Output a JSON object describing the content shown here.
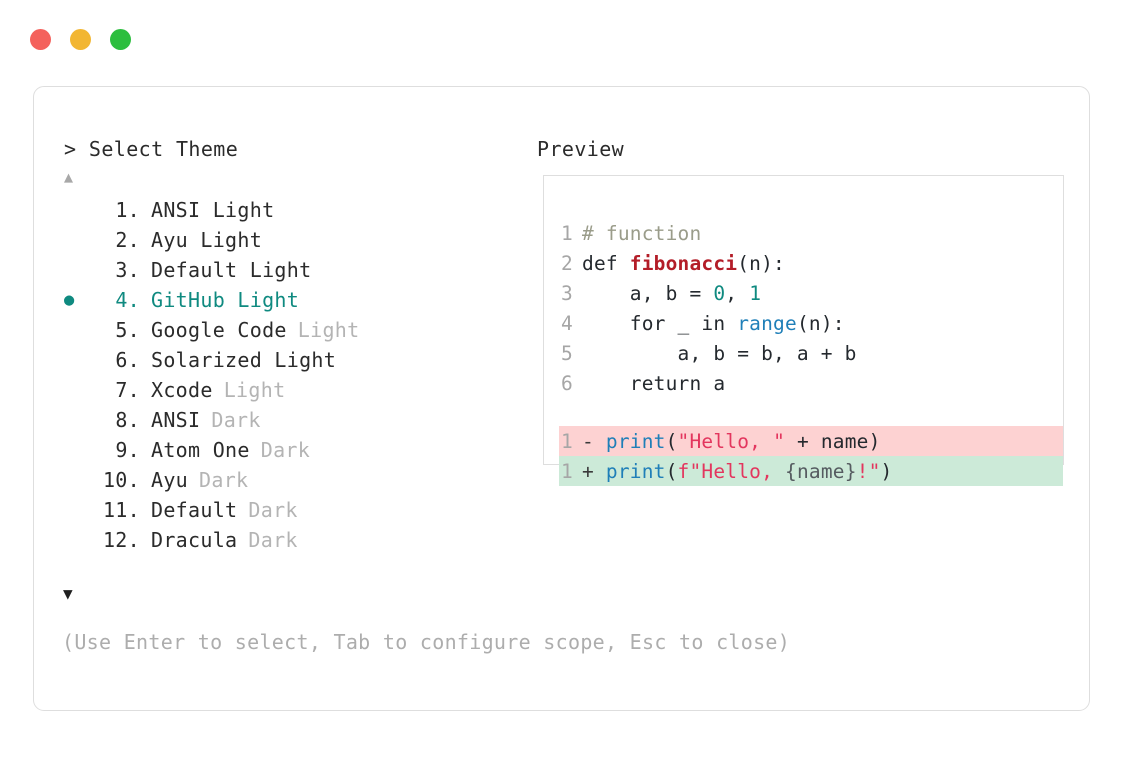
{
  "window": {
    "dots": [
      {
        "name": "close",
        "color": "#f4615c"
      },
      {
        "name": "minimize",
        "color": "#f2b632"
      },
      {
        "name": "maximize",
        "color": "#2cbe3e"
      }
    ]
  },
  "headers": {
    "select_theme": "> Select Theme",
    "preview": "Preview"
  },
  "scroll": {
    "up_arrow": "▲",
    "down_arrow": "▼",
    "up_arrow_color": "#a8a8a8",
    "down_arrow_color": "#1f1f1f"
  },
  "theme_list": {
    "selected_index": 4,
    "bullet_glyph": "●",
    "accent_color": "#0f8a80",
    "items": [
      {
        "index": "1.",
        "name": "ANSI Light",
        "suffix": "",
        "selected": false
      },
      {
        "index": "2.",
        "name": "Ayu Light",
        "suffix": "",
        "selected": false
      },
      {
        "index": "3.",
        "name": "Default Light",
        "suffix": "",
        "selected": false
      },
      {
        "index": "4.",
        "name": "GitHub Light",
        "suffix": "",
        "selected": true
      },
      {
        "index": "5.",
        "name": "Google Code",
        "suffix": "Light",
        "selected": false
      },
      {
        "index": "6.",
        "name": "Solarized Light",
        "suffix": "",
        "selected": false
      },
      {
        "index": "7.",
        "name": "Xcode",
        "suffix": "Light",
        "selected": false
      },
      {
        "index": "8.",
        "name": "ANSI",
        "suffix": "Dark",
        "selected": false
      },
      {
        "index": "9.",
        "name": "Atom One",
        "suffix": "Dark",
        "selected": false
      },
      {
        "index": "10.",
        "name": "Ayu",
        "suffix": "Dark",
        "selected": false
      },
      {
        "index": "11.",
        "name": "Default",
        "suffix": "Dark",
        "selected": false
      },
      {
        "index": "12.",
        "name": "Dracula",
        "suffix": "Dark",
        "selected": false
      }
    ]
  },
  "hint": "(Use Enter to select, Tab to configure scope, Esc to close)",
  "preview": {
    "code_lines": [
      {
        "number": "1",
        "tokens": [
          {
            "text": "# function",
            "type": "comment"
          }
        ]
      },
      {
        "number": "2",
        "tokens": [
          {
            "text": "def ",
            "type": "keyword"
          },
          {
            "text": "fibonacci",
            "type": "func"
          },
          {
            "text": "(n):",
            "type": "plain"
          }
        ]
      },
      {
        "number": "3",
        "tokens": [
          {
            "text": "    a, b = ",
            "type": "plain"
          },
          {
            "text": "0",
            "type": "number"
          },
          {
            "text": ", ",
            "type": "plain"
          },
          {
            "text": "1",
            "type": "number"
          }
        ]
      },
      {
        "number": "4",
        "tokens": [
          {
            "text": "    for _ in ",
            "type": "plain"
          },
          {
            "text": "range",
            "type": "builtin"
          },
          {
            "text": "(n):",
            "type": "plain"
          }
        ]
      },
      {
        "number": "5",
        "tokens": [
          {
            "text": "        a, b = b, a + b",
            "type": "plain"
          }
        ]
      },
      {
        "number": "6",
        "tokens": [
          {
            "text": "    return a",
            "type": "plain"
          }
        ]
      }
    ],
    "diff_lines": [
      {
        "number": "1",
        "kind": "removed",
        "background": "#fdd2d2",
        "tokens": [
          {
            "text": "- ",
            "type": "marker"
          },
          {
            "text": "print",
            "type": "builtin"
          },
          {
            "text": "(",
            "type": "plain"
          },
          {
            "text": "\"Hello, \"",
            "type": "string"
          },
          {
            "text": " + name)",
            "type": "plain"
          }
        ]
      },
      {
        "number": "1",
        "kind": "added",
        "background": "#ccead8",
        "tokens": [
          {
            "text": "+ ",
            "type": "marker"
          },
          {
            "text": "print",
            "type": "builtin"
          },
          {
            "text": "(",
            "type": "plain"
          },
          {
            "text": "f\"Hello, ",
            "type": "string"
          },
          {
            "text": "{name}",
            "type": "interp"
          },
          {
            "text": "!\"",
            "type": "string"
          },
          {
            "text": ")",
            "type": "plain"
          }
        ]
      }
    ]
  }
}
